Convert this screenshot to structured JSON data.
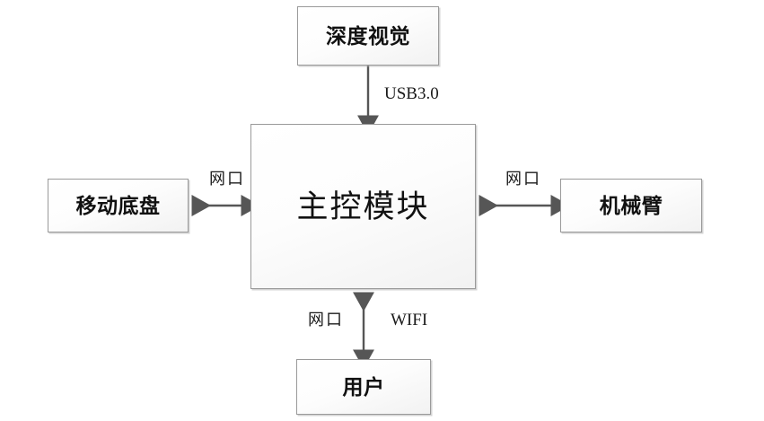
{
  "diagram": {
    "title": "System architecture block diagram",
    "nodes": [
      {
        "id": "vision",
        "label": "深度视觉",
        "name": "node-depth-vision"
      },
      {
        "id": "main",
        "label": "主控模块",
        "name": "node-main-control"
      },
      {
        "id": "chassis",
        "label": "移动底盘",
        "name": "node-mobile-chassis"
      },
      {
        "id": "arm",
        "label": "机械臂",
        "name": "node-robotic-arm"
      },
      {
        "id": "user",
        "label": "用户",
        "name": "node-user"
      }
    ],
    "edges": [
      {
        "id": "vision-main",
        "label": "USB3.0",
        "direction": "down",
        "from": "vision",
        "to": "main"
      },
      {
        "id": "chassis-main",
        "label": "网口",
        "direction": "bidirectional",
        "from": "chassis",
        "to": "main"
      },
      {
        "id": "main-arm",
        "label": "网口",
        "direction": "bidirectional",
        "from": "main",
        "to": "arm"
      },
      {
        "id": "main-user",
        "label": "网口",
        "label2": "WIFI",
        "direction": "bidirectional",
        "from": "main",
        "to": "user"
      }
    ],
    "colors": {
      "box_border": "#9a9a9a",
      "box_fill_top": "#ffffff",
      "box_fill_bottom": "#f2f2f2",
      "connector": "#565656",
      "text": "#111111"
    }
  }
}
